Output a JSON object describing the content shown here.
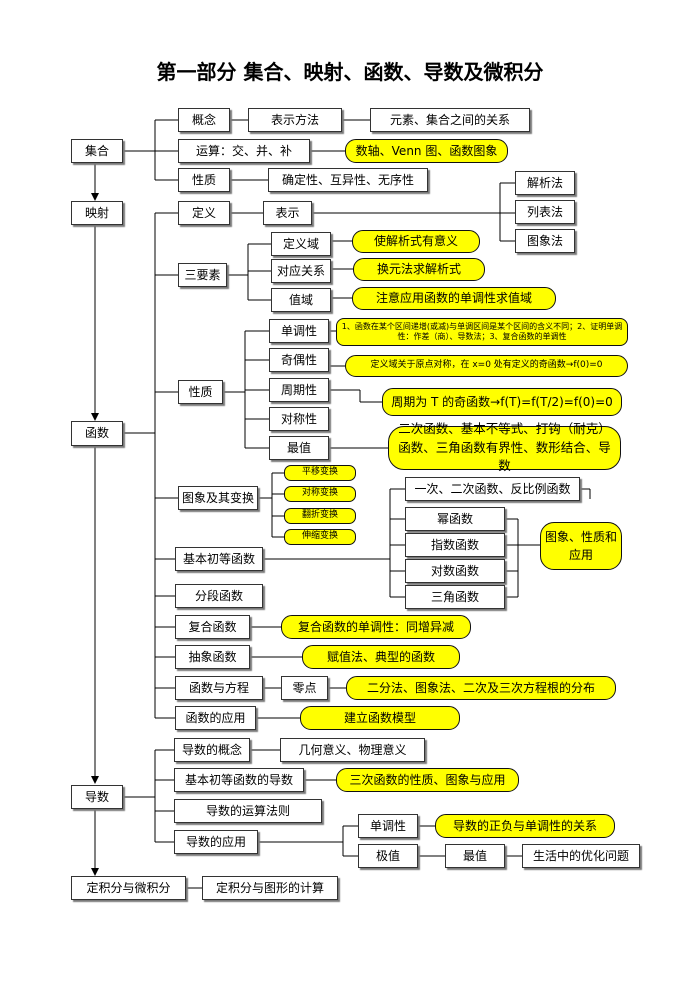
{
  "title": "第一部分    集合、映射、函数、导数及微积分",
  "nodes": {
    "jihe": "集合",
    "gainian": "概念",
    "biaoshifangfa": "表示方法",
    "yuansu": "元素、集合之间的关系",
    "yunsuan": "运算：交、并、补",
    "shuzhou": "数轴、Venn 图、函数图象",
    "xingzhi1": "性质",
    "queding": "确定性、互异性、无序性",
    "yingshe": "映射",
    "dingyi": "定义",
    "biaoshi": "表示",
    "jiexifa": "解析法",
    "liebiaofa": "列表法",
    "tuxiangfa": "图象法",
    "sanyaosu": "三要素",
    "dingyiyu": "定义域",
    "shijiexi": "使解析式有意义",
    "duiying": "对应关系",
    "huanyuan": "换元法求解析式",
    "zhiyu": "值域",
    "zhuyi": "注意应用函数的单调性求值域",
    "hanshu": "函数",
    "xingzhi2": "性质",
    "dandiao": "单调性",
    "dandiao_note": "1、函数在某个区间递增(或减)与单调区间是某个区间的含义不同；2、证明单调性：作差（商）、导数法；3、复合函数的单调性",
    "jiou": "奇偶性",
    "jiou_note": "定义域关于原点对称，在 x=0 处有定义的奇函数→f(0)=0",
    "zhouqi": "周期性",
    "zhouqi_note": "周期为 T 的奇函数→f(T)=f(T/2)=f(0)=0",
    "duichen": "对称性",
    "zuizhi": "最值",
    "zuizhi_note": "二次函数、基本不等式、打钩（耐克）函数、三角函数有界性、数形结合、导数",
    "tuxiang": "图象及其变换",
    "pingyi": "平移变换",
    "duichenbh": "对称变换",
    "fanzhe": "翻折变换",
    "shensuo": "伸缩变换",
    "yici": "一次、二次函数、反比例函数",
    "jiben": "基本初等函数",
    "mi": "幂函数",
    "zhishu": "指数函数",
    "duishu": "对数函数",
    "sanjiao": "三角函数",
    "tuxiangxz": "图象、性质和应用",
    "fenduan": "分段函数",
    "fuhe": "复合函数",
    "fuhe_note": "复合函数的单调性：同增异减",
    "chouxiang": "抽象函数",
    "chouxiang_note": "赋值法、典型的函数",
    "fangcheng": "函数与方程",
    "lingdian": "零点",
    "lingdian_note": "二分法、图象法、二次及三次方程根的分布",
    "yingyong": "函数的应用",
    "yingyong_note": "建立函数模型",
    "daoshu": "导数",
    "daoshugn": "导数的概念",
    "jihe_yiyi": "几何意义、物理意义",
    "jibendaoshu": "基本初等函数的导数",
    "sanci": "三次函数的性质、图象与应用",
    "yunsuanfaze": "导数的运算法则",
    "daoshuyy": "导数的应用",
    "dandiao2": "单调性",
    "zhengfu": "导数的正负与单调性的关系",
    "jizhi": "极值",
    "zuizhi2": "最值",
    "youhua": "生活中的优化问题",
    "dingjifen": "定积分与微积分",
    "dingjifen_app": "定积分与图形的计算"
  }
}
